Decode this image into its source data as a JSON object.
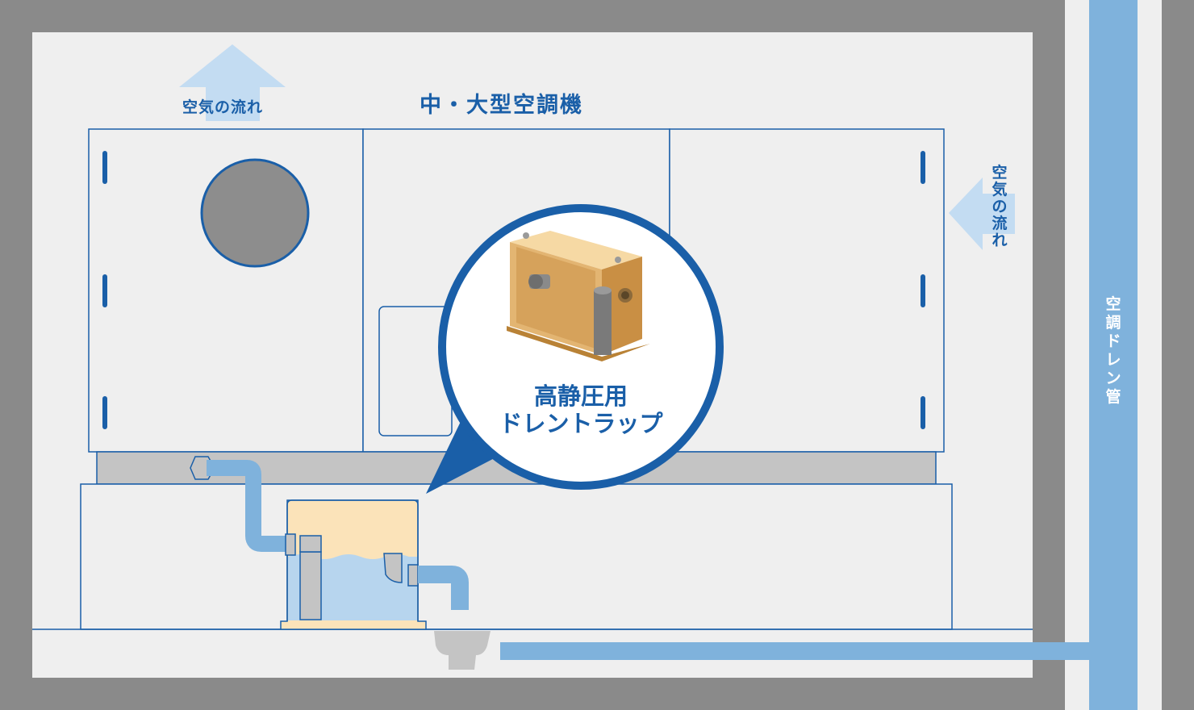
{
  "diagram": {
    "title": "中・大型空調機",
    "air_flow_left": "空気の流れ",
    "air_flow_right": "空気の流れ",
    "pipe_label": "空調ドレン管",
    "trap_name_line1": "高静圧用",
    "trap_name_line2": "ドレントラップ"
  },
  "colors": {
    "wall": "#8a8a8a",
    "room": "#efefef",
    "outline": "#1a5fa8",
    "pipe": "#7fb2dc",
    "water": "#b7d5ee",
    "trap_box": "#fbe3b9",
    "base_gray": "#c4c4c4",
    "dark_gray": "#8d8d8d",
    "arrow": "#c3dcf2"
  }
}
